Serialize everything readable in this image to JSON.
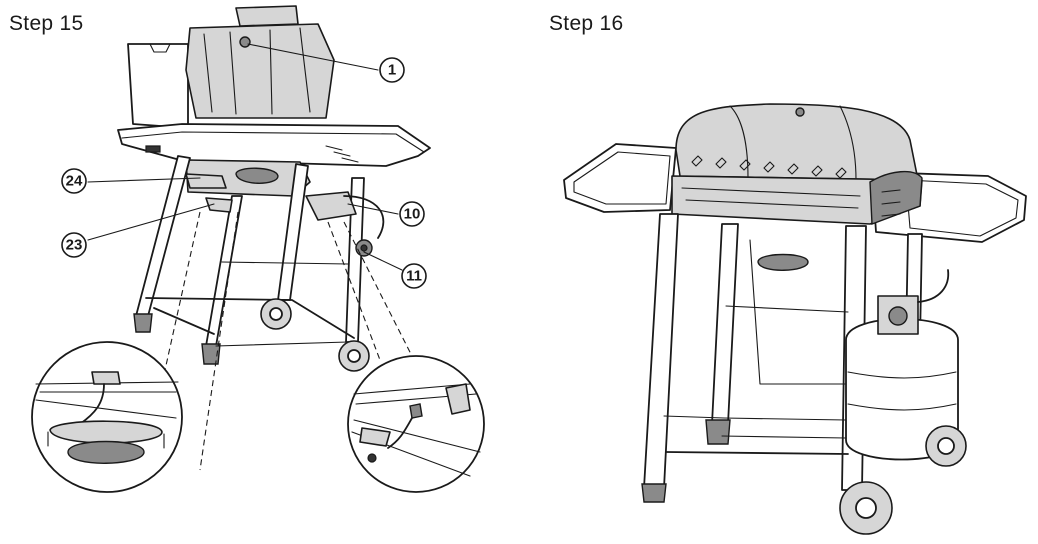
{
  "steps": [
    {
      "title": "Step  15"
    },
    {
      "title": "Step  16"
    }
  ],
  "callouts": [
    "1",
    "24",
    "10",
    "23",
    "11"
  ]
}
